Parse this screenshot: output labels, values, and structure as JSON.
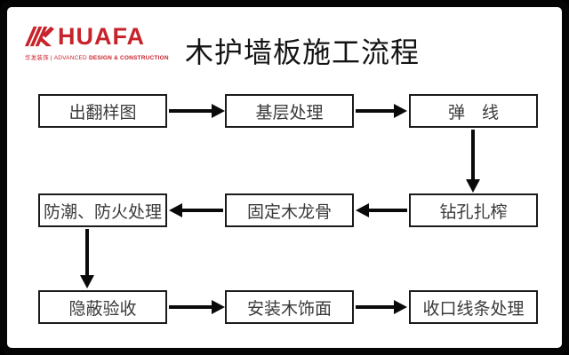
{
  "logo": {
    "brand": "HUAFA",
    "tagline_zh": "华发装饰 | ADVANCED ",
    "tagline_en_bold": "DESIGN & CONSTRUCTION",
    "brand_color": "#C8232C"
  },
  "title": "木护墙板施工流程",
  "flow": {
    "steps": [
      {
        "id": "step-1",
        "label": "出翻样图"
      },
      {
        "id": "step-2",
        "label": "基层处理"
      },
      {
        "id": "step-3",
        "label": "弹　线"
      },
      {
        "id": "step-4",
        "label": "钻孔扎榨"
      },
      {
        "id": "step-5",
        "label": "固定木龙骨"
      },
      {
        "id": "step-6",
        "label": "防潮、防火处理"
      },
      {
        "id": "step-7",
        "label": "隐蔽验收"
      },
      {
        "id": "step-8",
        "label": "安装木饰面"
      },
      {
        "id": "step-9",
        "label": "收口线条处理"
      }
    ]
  }
}
